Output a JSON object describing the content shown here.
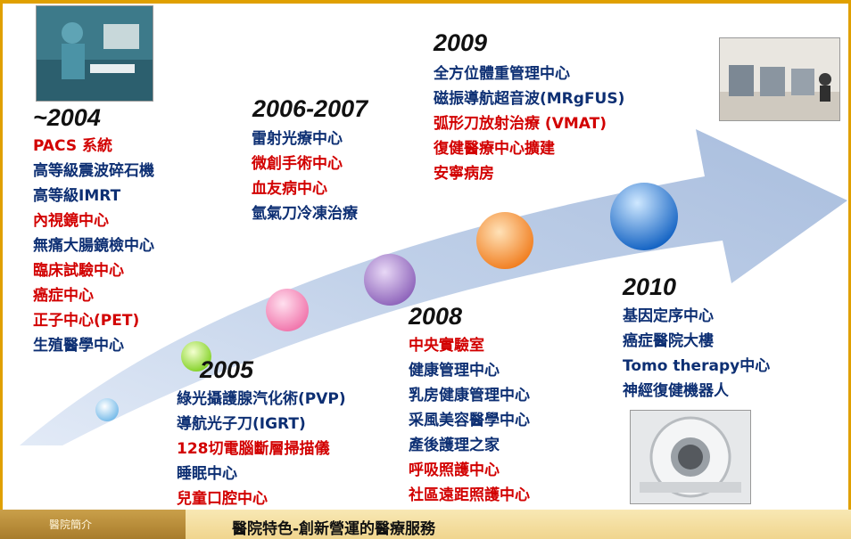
{
  "milestones": [
    {
      "year": "~2004",
      "items": [
        {
          "text": "PACS 系統",
          "color": "red"
        },
        {
          "text": "高等級震波碎石機",
          "color": "blue"
        },
        {
          "text": "高等級IMRT",
          "color": "blue"
        },
        {
          "text": "內視鏡中心",
          "color": "red"
        },
        {
          "text": "無痛大腸鏡檢中心",
          "color": "blue"
        },
        {
          "text": "臨床試驗中心",
          "color": "red"
        },
        {
          "text": "癌症中心",
          "color": "red"
        },
        {
          "text": "正子中心(PET)",
          "color": "red"
        },
        {
          "text": "生殖醫學中心",
          "color": "blue"
        }
      ]
    },
    {
      "year": "2005",
      "items": [
        {
          "text": "綠光攝護腺汽化術(PVP)",
          "color": "blue"
        },
        {
          "text": "導航光子刀(IGRT)",
          "color": "blue"
        },
        {
          "text": "128切電腦斷層掃描儀",
          "color": "red"
        },
        {
          "text": "睡眠中心",
          "color": "blue"
        },
        {
          "text": "兒童口腔中心",
          "color": "red"
        }
      ]
    },
    {
      "year": "2006-2007",
      "items": [
        {
          "text": "雷射光療中心",
          "color": "blue"
        },
        {
          "text": "微創手術中心",
          "color": "red"
        },
        {
          "text": "血友病中心",
          "color": "red"
        },
        {
          "text": "氫氣刀冷凍治療",
          "color": "blue"
        }
      ]
    },
    {
      "year": "2008",
      "items": [
        {
          "text": "中央實驗室",
          "color": "red"
        },
        {
          "text": "健康管理中心",
          "color": "blue"
        },
        {
          "text": "乳房健康管理中心",
          "color": "blue"
        },
        {
          "text": "采風美容醫學中心",
          "color": "blue"
        },
        {
          "text": "產後護理之家",
          "color": "blue"
        },
        {
          "text": "呼吸照護中心",
          "color": "red"
        },
        {
          "text": "社區遠距照護中心",
          "color": "red"
        }
      ]
    },
    {
      "year": "2009",
      "items": [
        {
          "text": "全方位體重管理中心",
          "color": "blue"
        },
        {
          "text": "磁振導航超音波(MRgFUS)",
          "color": "blue"
        },
        {
          "text": "弧形刀放射治療 (VMAT)",
          "color": "red"
        },
        {
          "text": "復健醫療中心擴建",
          "color": "red"
        },
        {
          "text": "安寧病房",
          "color": "red"
        }
      ]
    },
    {
      "year": "2010",
      "items": [
        {
          "text": "基因定序中心",
          "color": "blue"
        },
        {
          "text": "癌症醫院大樓",
          "color": "blue"
        },
        {
          "text": "Tomo therapy中心",
          "color": "blue"
        },
        {
          "text": "神經復健機器人",
          "color": "blue"
        }
      ]
    }
  ],
  "colors": {
    "blue": "#0d2f73",
    "red": "#d20000",
    "frame": "#e0a000"
  },
  "footer": {
    "section": "醫院簡介",
    "title": "醫院特色-創新營運的醫療服務"
  }
}
